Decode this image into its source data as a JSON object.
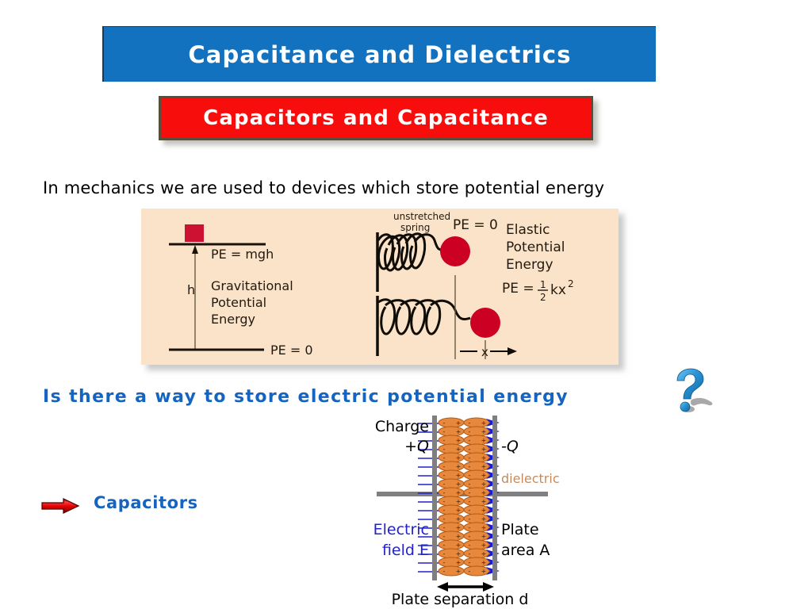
{
  "slide": {
    "title": "Capacitance and Dielectrics",
    "subtitle": "Capacitors and Capacitance",
    "mechanics_text": "In mechanics we are used to devices which store potential energy",
    "question_text": "Is there a way to store electric potential energy",
    "bullet_label": "Capacitors",
    "bullet_icon": "red-right-arrow-icon",
    "question_icon": "blue-question-mark-icon"
  },
  "colors": {
    "title_banner_bg": "#1272bf",
    "subtitle_banner_bg": "#f80d0d",
    "banner_text": "#ffffff",
    "accent_blue": "#1565c0",
    "body_text": "#000000",
    "figure_bg": "#fae3c8",
    "dielectric_orange": "#e8883c",
    "field_blue": "#1a1ad0",
    "plate_gray": "#808080",
    "dielectric_label": "#c48c5e",
    "spring_red": "#cc0022"
  },
  "pe_figure": {
    "name": "potential-energy-diagram",
    "background": "#fae3c8",
    "gravitational": {
      "block_color": "#cc1133",
      "pe_top_label": "PE = mgh",
      "height_label": "h",
      "energy_label_lines": [
        "Gravitational",
        "Potential",
        "Energy"
      ],
      "pe_bottom_label": "PE = 0"
    },
    "elastic": {
      "spring_label_lines": [
        "unstretched",
        "spring"
      ],
      "pe_unstretched_label": "PE = 0",
      "energy_label_lines": [
        "Elastic",
        "Potential",
        "Energy"
      ],
      "pe_stretched_label": "PE =",
      "pe_stretched_fraction_num": "1",
      "pe_stretched_fraction_den": "2",
      "pe_stretched_tail": "kx",
      "pe_stretched_exponent": "2",
      "displacement_label": "x"
    }
  },
  "capacitor_figure": {
    "name": "parallel-plate-capacitor-diagram",
    "charge_label": "Charge",
    "charge_positive": "+Q",
    "charge_negative": "-Q",
    "dielectric_label": "dielectric",
    "field_label_line1": "Electric",
    "field_label_line2": "field E",
    "plate_label_line1": "Plate",
    "plate_label_line2": "area A",
    "separation_label": "Plate separation d",
    "dipole_rows": 19,
    "dipole_columns": 2,
    "dipole_negative_sign": "-",
    "dipole_positive_sign": "+"
  }
}
